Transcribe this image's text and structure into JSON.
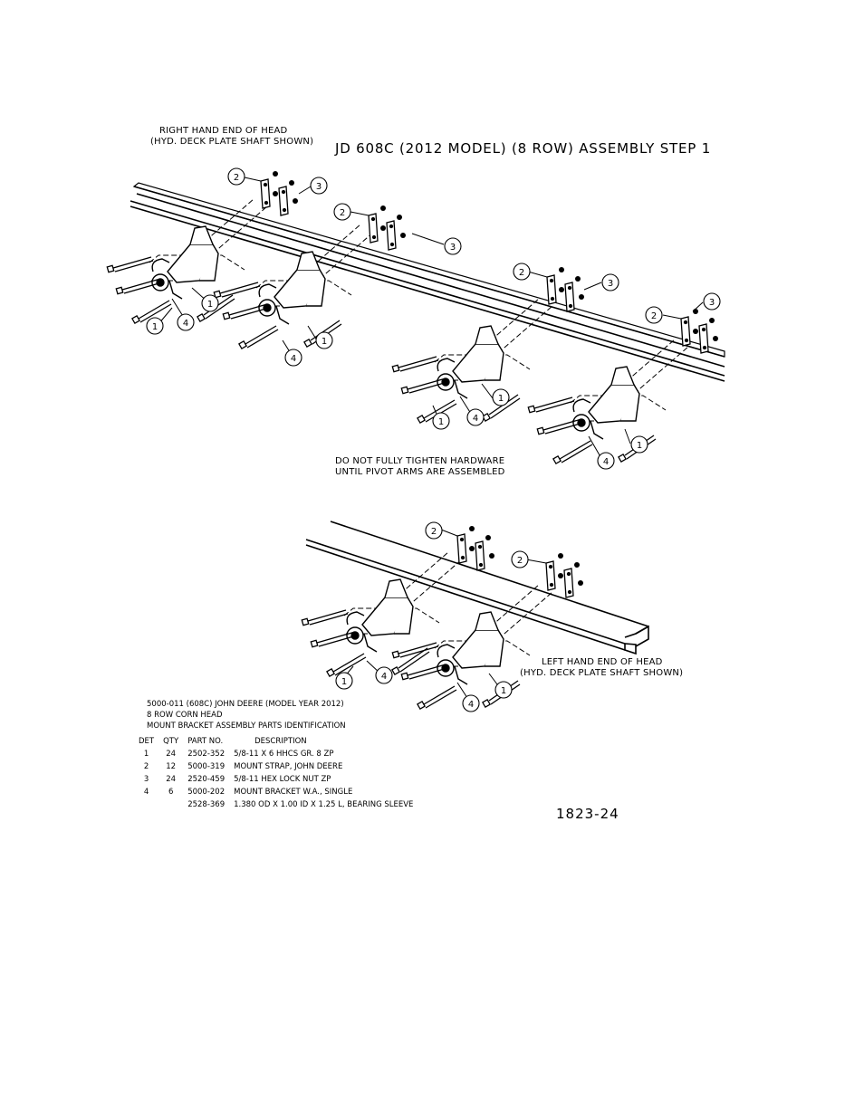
{
  "title": "JD 608C (2012 MODEL) (8 ROW) ASSEMBLY STEP 1",
  "notes": {
    "rh_end_1": "RIGHT HAND END OF HEAD",
    "rh_end_2": "(HYD. DECK PLATE SHAFT SHOWN)",
    "tighten_1": "DO NOT FULLY TIGHTEN HARDWARE",
    "tighten_2": "UNTIL PIVOT ARMS ARE ASSEMBLED",
    "lh_end_1": "LEFT HAND END OF HEAD",
    "lh_end_2": "(HYD. DECK PLATE SHAFT SHOWN)"
  },
  "parts_heading": {
    "line1": "5000-011 (608C) JOHN DEERE (MODEL YEAR 2012)",
    "line2": "8 ROW CORN HEAD",
    "line3": "MOUNT BRACKET ASSEMBLY PARTS IDENTIFICATION"
  },
  "parts_table": {
    "headers": [
      "DET",
      "QTY",
      "PART NO.",
      "DESCRIPTION"
    ],
    "rows": [
      {
        "det": "1",
        "qty": "24",
        "part": "2502-352",
        "desc": "5/8-11 X 6 HHCS GR. 8 ZP"
      },
      {
        "det": "2",
        "qty": "12",
        "part": "5000-319",
        "desc": "MOUNT STRAP, JOHN DEERE"
      },
      {
        "det": "3",
        "qty": "24",
        "part": "2520-459",
        "desc": "5/8-11 HEX LOCK NUT ZP"
      },
      {
        "det": "4",
        "qty": "6",
        "part": "5000-202",
        "desc": "MOUNT BRACKET W.A., SINGLE"
      },
      {
        "det": "",
        "qty": "",
        "part": "2528-369",
        "desc": "1.380 OD X 1.00 ID X 1.25 L, BEARING SLEEVE"
      }
    ]
  },
  "drawing_number": "1823-24",
  "callouts": [
    "1",
    "2",
    "3",
    "4"
  ]
}
